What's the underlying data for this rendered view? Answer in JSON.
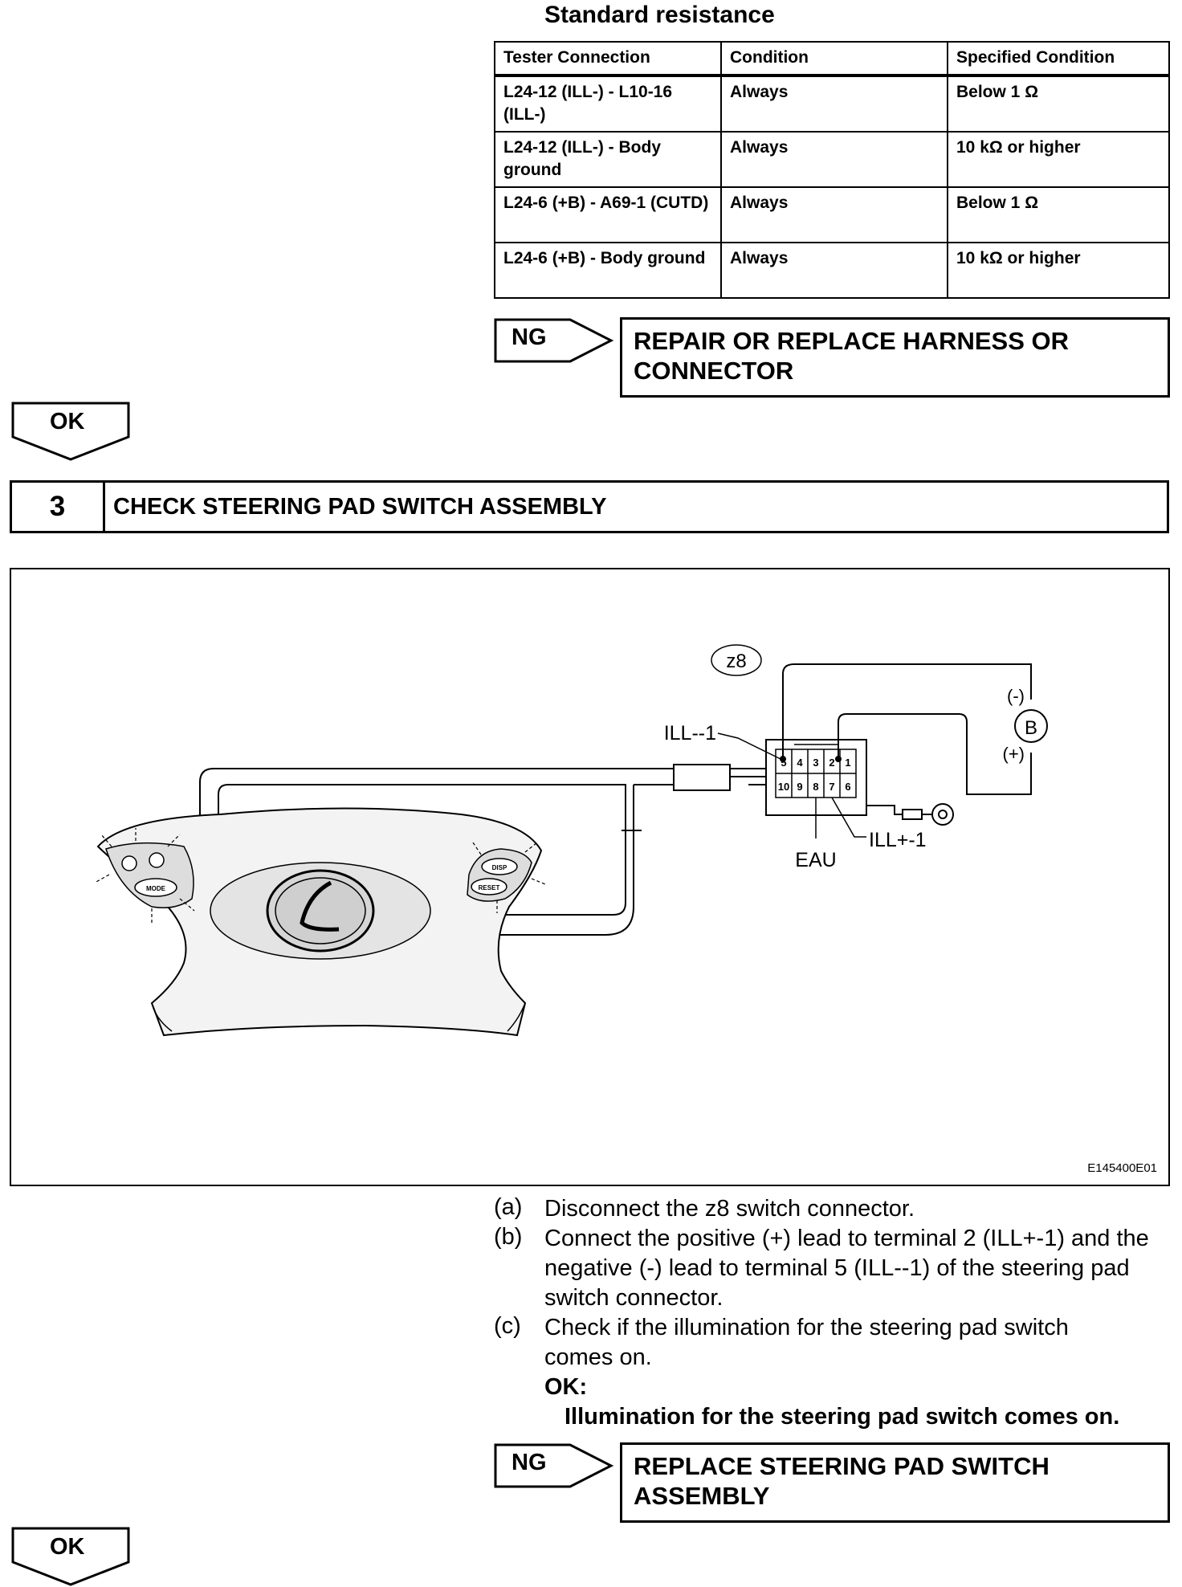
{
  "standard_resistance": {
    "title": "Standard resistance",
    "headers": [
      "Tester Connection",
      "Condition",
      "Specified Condition"
    ],
    "rows": [
      {
        "connection": "L24-12 (ILL-) - L10-16 (ILL-)",
        "condition": "Always",
        "specified": "Below 1 Ω"
      },
      {
        "connection": "L24-12 (ILL-) - Body ground",
        "condition": "Always",
        "specified": "10 kΩ or higher"
      },
      {
        "connection": "L24-6 (+B) - A69-1 (CUTD)",
        "condition": "Always",
        "specified": "Below 1 Ω"
      },
      {
        "connection": "L24-6 (+B) - Body ground",
        "condition": "Always",
        "specified": "10 kΩ or higher"
      }
    ]
  },
  "ng1": {
    "label": "NG",
    "result": "REPAIR OR REPLACE HARNESS OR CONNECTOR"
  },
  "ok1": {
    "label": "OK"
  },
  "step3": {
    "number": "3",
    "title": "CHECK STEERING PAD SWITCH ASSEMBLY"
  },
  "figure": {
    "connector_name": "z8",
    "labels": {
      "ill_minus": "ILL--1",
      "ill_plus": "ILL+-1",
      "eau": "EAU",
      "neg": "(-)",
      "pos": "(+)",
      "battery": "B"
    },
    "pins_top": [
      "5",
      "4",
      "3",
      "2",
      "1"
    ],
    "pins_bottom": [
      "10",
      "9",
      "8",
      "7",
      "6"
    ],
    "button_labels": {
      "disp": "DISP",
      "reset": "RESET",
      "mode": "MODE"
    },
    "figure_code": "E145400E01"
  },
  "instructions": [
    {
      "letter": "(a)",
      "text": "Disconnect the z8 switch connector."
    },
    {
      "letter": "(b)",
      "text": "Connect the positive (+) lead to terminal 2 (ILL+-1) and the negative (-) lead to terminal 5 (ILL--1) of the steering pad switch connector."
    },
    {
      "letter": "(c)",
      "text": "Check if the illumination for the steering pad switch comes on."
    }
  ],
  "ok_spec": {
    "label": "OK:",
    "text": "Illumination for the steering pad switch comes on."
  },
  "ng2": {
    "label": "NG",
    "result": "REPLACE STEERING PAD SWITCH ASSEMBLY"
  },
  "ok2": {
    "label": "OK"
  }
}
